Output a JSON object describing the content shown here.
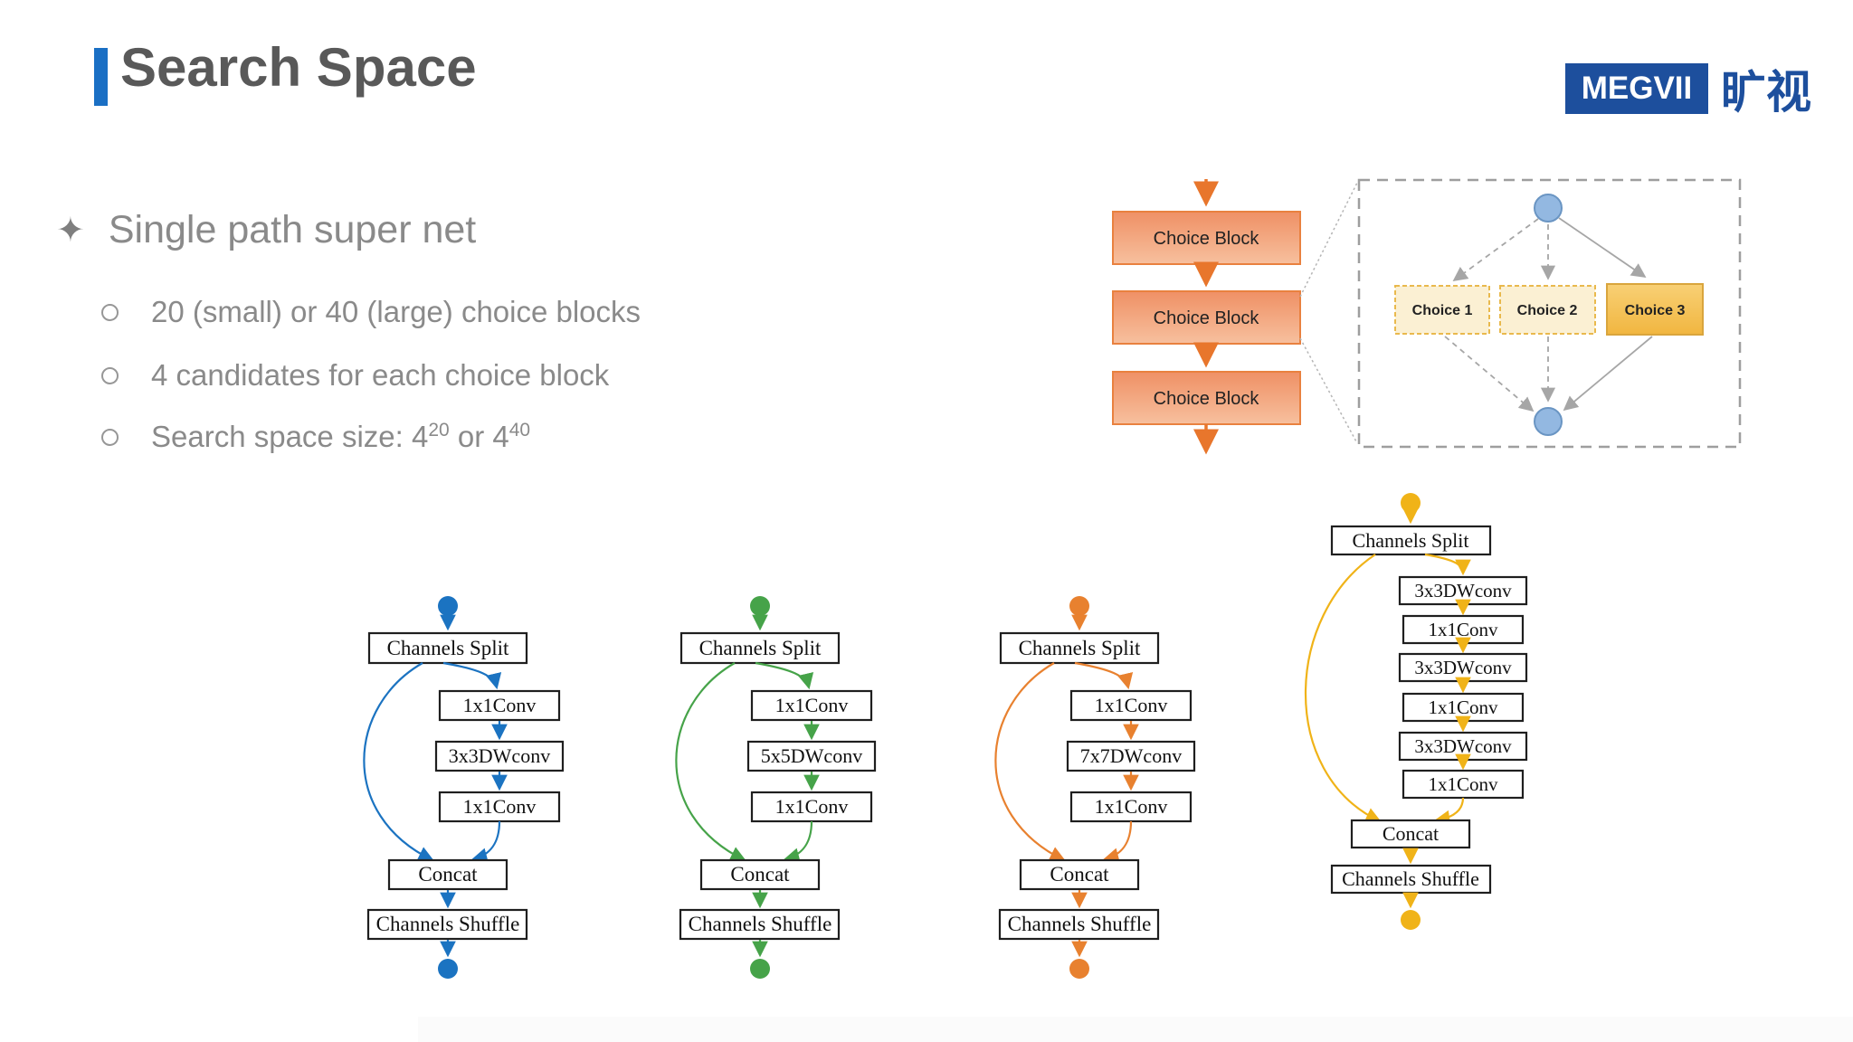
{
  "slide": {
    "title": "Search Space",
    "logo": {
      "wordmark": "MEGVII",
      "cjk": "旷视"
    },
    "bullets": {
      "main": "Single path super net",
      "sub1": "20 (small) or 40 (large) choice blocks",
      "sub2": "4 candidates for each choice block",
      "sub3_prefix": "Search space size: 4",
      "sub3_sup1": "20",
      "sub3_mid": " or 4",
      "sub3_sup2": "40"
    }
  },
  "supernet": {
    "choice_block_label": "Choice Block",
    "choices": [
      "Choice 1",
      "Choice 2",
      "Choice 3"
    ],
    "colors": {
      "block_border": "#e9813f",
      "block_fill_top": "#ef9065",
      "block_fill_bottom": "#f7c09e",
      "flow_arrow": "#e8762c",
      "choice_fill": "#fbf0d3",
      "choice_border": "#e9b94d",
      "choice_selected_fill": "#f1b640",
      "node_fill": "#93b8e1",
      "gray_arrow": "#a6a6a6"
    }
  },
  "choice_diagrams": {
    "labels": {
      "split": "Channels Split",
      "concat": "Concat",
      "shuffle": "Channels Shuffle"
    },
    "blocks": [
      {
        "id": "choice-3x3",
        "color": "#1b73c1",
        "ops": [
          "1x1Conv",
          "3x3DWconv",
          "1x1Conv"
        ]
      },
      {
        "id": "choice-5x5",
        "color": "#46a349",
        "ops": [
          "1x1Conv",
          "5x5DWconv",
          "1x1Conv"
        ]
      },
      {
        "id": "choice-7x7",
        "color": "#e8812f",
        "ops": [
          "1x1Conv",
          "7x7DWconv",
          "1x1Conv"
        ]
      },
      {
        "id": "choice-xception",
        "color": "#f0b318",
        "ops": [
          "3x3DWconv",
          "1x1Conv",
          "3x3DWconv",
          "1x1Conv",
          "3x3DWconv",
          "1x1Conv"
        ]
      }
    ]
  }
}
